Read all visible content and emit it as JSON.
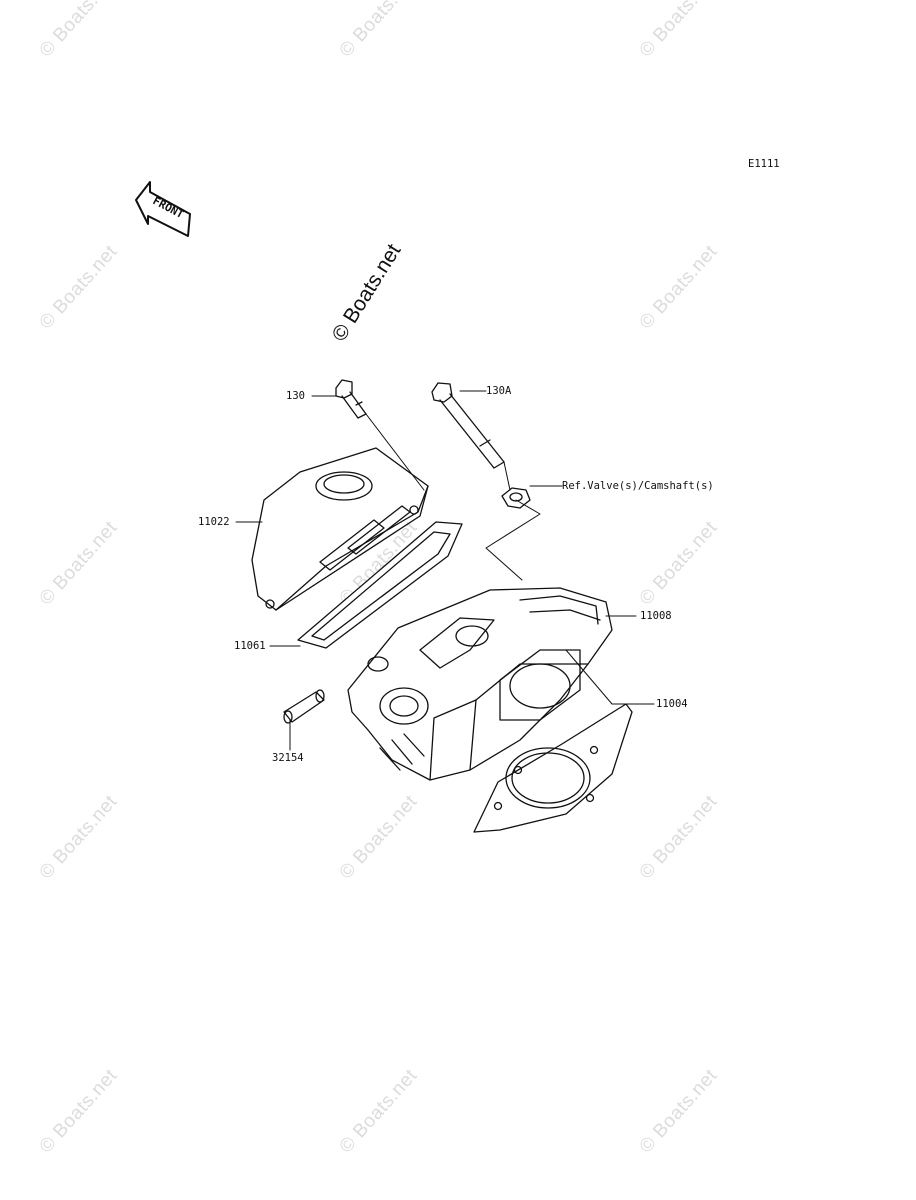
{
  "watermark": {
    "small": "© Boats.net",
    "main": "© Boats.net"
  },
  "diagram": {
    "code": "E1111",
    "front_label": "FRONT",
    "callouts": {
      "bolt_130": "130",
      "bolt_130a": "130A",
      "ref": "Ref.Valve(s)/Camshaft(s)",
      "cover": "11022",
      "cover_gasket": "11061",
      "head": "11008",
      "head_gasket": "11004",
      "dowel": "32154"
    }
  }
}
